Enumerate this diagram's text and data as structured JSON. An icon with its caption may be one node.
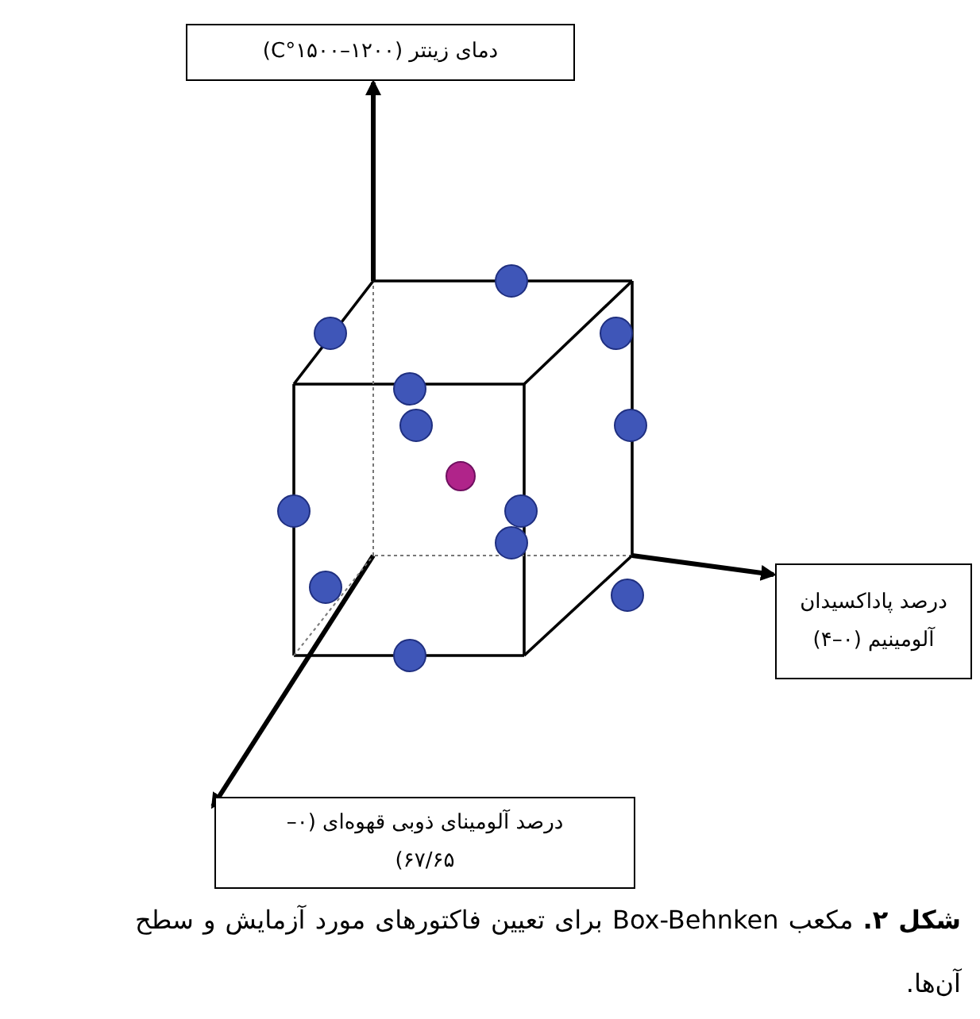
{
  "diagram": {
    "nodes": [
      {
        "text": [
          "دمای زینتر (۱۲۰۰–۱۵۰۰°C)"
        ]
      },
      {
        "text": [
          "درصد پاداکسیدان آلومینیم (۰–۴)"
        ]
      },
      {
        "text": [
          "درصد آلومینای ذوبی قهوه‌ای (۰–۶۷/۶۵)"
        ]
      }
    ],
    "edges": [
      {
        "from": null,
        "to": 0,
        "arrow": "to"
      },
      {
        "from": null,
        "to": 1,
        "arrow": "to"
      },
      {
        "from": null,
        "to": 2,
        "arrow": "to"
      }
    ],
    "caption": "**شکل ۲.** مکعب Box-Behnken برای تعیین فاکتورهای مورد آزمایش و سطح آن‌ها."
  }
}
